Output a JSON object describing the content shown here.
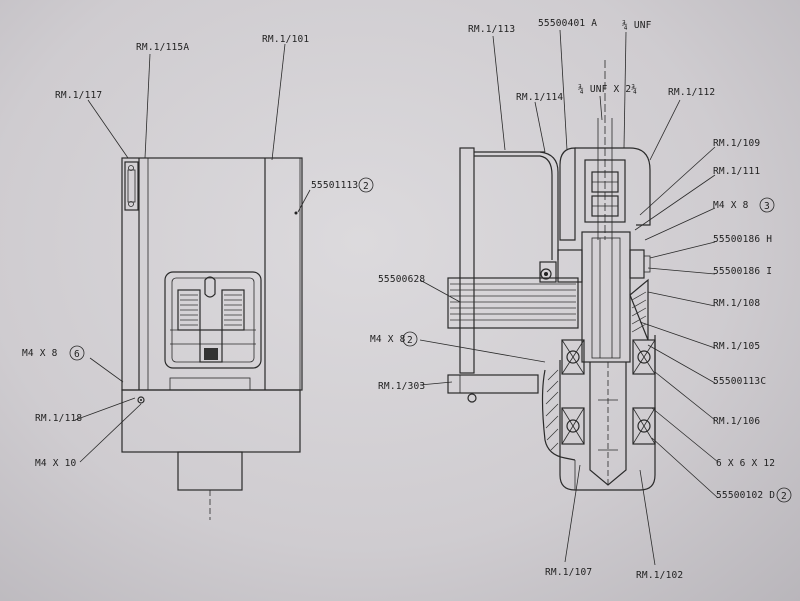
{
  "labels": {
    "rm1_115a": "RM.1/115A",
    "rm1_101": "RM.1/101",
    "rm1_117": "RM.1/117",
    "p55501113_2": "55501113",
    "m4x8_6": "M4 X 8",
    "rm1_118": "RM.1/118",
    "m4x10": "M4 X 10",
    "rm1_113": "RM.1/113",
    "p55500401a": "55500401 A",
    "unf34": "¾ UNF",
    "unf34x2": "¾ UNF X 2¾",
    "rm1_114": "RM.1/114",
    "rm1_112": "RM.1/112",
    "rm1_109": "RM.1/109",
    "rm1_111": "RM.1/111",
    "m4x8_3": "M4 X 8",
    "p55500186h": "55500186 H",
    "p55500186i": "55500186 I",
    "p55500628": "55500628",
    "rm1_108": "RM.1/108",
    "m4x8_2": "M4 X 8",
    "rm1_105": "RM.1/105",
    "rm1_303": "RM.1/303",
    "p55500113c": "55500113C",
    "rm1_106": "RM.1/106",
    "dim6x6x12": "6 X 6 X 12",
    "p55500102d": "55500102 D",
    "rm1_107": "RM.1/107",
    "rm1_102": "RM.1/102"
  },
  "circled": {
    "c2a": "2",
    "c6": "6",
    "c3": "3",
    "c2b": "2",
    "c2c": "2"
  }
}
